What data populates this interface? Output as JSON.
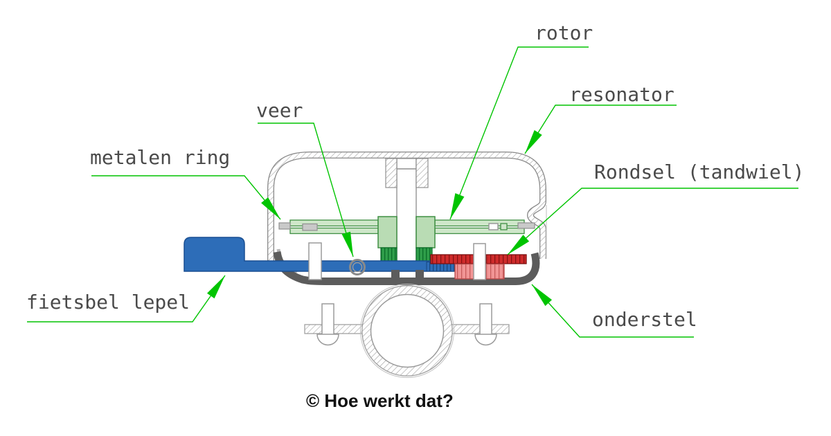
{
  "diagram": {
    "caption": "© Hoe werkt dat?",
    "labels": {
      "rotor": "rotor",
      "resonator": "resonator",
      "veer": "veer",
      "metalen_ring": "metalen ring",
      "rondsel": "Rondsel (tandwiel)",
      "fietsbel_lepel": "fietsbel lepel",
      "onderstel": "onderstel"
    },
    "colors": {
      "leader": "#00c400",
      "rotor_plate": "#cfe7ca",
      "rotor_hub": "#b9dcb4",
      "green_edge": "#3f8f43",
      "gear_green": "#2f9e4a",
      "pinion_red": "#ce2b2b",
      "pinion_pink": "#f19595",
      "lever_blue": "#2d6db8",
      "base_gray": "#5c5c5c",
      "outline_gray": "#8f8f8f"
    }
  }
}
